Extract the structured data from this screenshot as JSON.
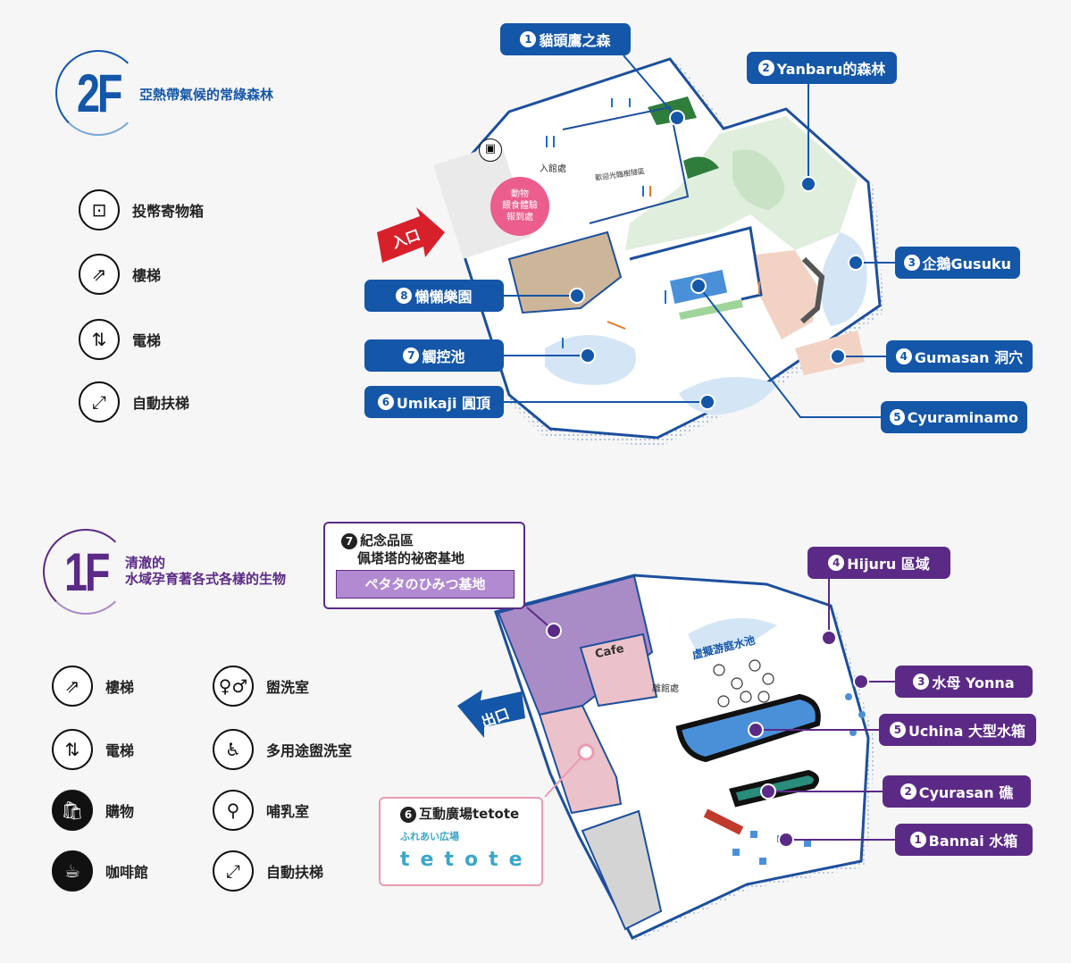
{
  "floor2": {
    "label": "2F",
    "subtitle": "亞熱帶氣候的常綠森林",
    "color": "#1456a8",
    "legend": [
      {
        "icon": "coin-locker-icon",
        "label": "投幣寄物箱"
      },
      {
        "icon": "stairs-icon",
        "label": "樓梯"
      },
      {
        "icon": "elevator-icon",
        "label": "電梯"
      },
      {
        "icon": "escalator-icon",
        "label": "自動扶梯"
      }
    ],
    "callouts": [
      {
        "num": "1",
        "label": "貓頭鷹之森"
      },
      {
        "num": "2",
        "label": "Yanbaru的森林"
      },
      {
        "num": "3",
        "label": "企鵝Gusuku"
      },
      {
        "num": "4",
        "label": "Gumasan 洞穴"
      },
      {
        "num": "5",
        "label": "Cyuraminamo"
      },
      {
        "num": "6",
        "label": "Umikaji 圓頂"
      },
      {
        "num": "7",
        "label": "觸控池"
      },
      {
        "num": "8",
        "label": "懶懶樂園"
      }
    ],
    "entrance": "入口",
    "entrance_hall": "入館處",
    "feeding_line1": "動物",
    "feeding_line2": "餵食體驗",
    "feeding_line3": "報到處",
    "corridor": "歡迎光臨樹隧區"
  },
  "floor1": {
    "label": "1F",
    "subtitle_line1": "清澈的",
    "subtitle_line2": "水域孕育著各式各樣的生物",
    "color": "#5b2a86",
    "legend": [
      {
        "icon": "stairs-icon",
        "label": "樓梯"
      },
      {
        "icon": "elevator-icon",
        "label": "電梯"
      },
      {
        "icon": "shopping-icon",
        "label": "購物"
      },
      {
        "icon": "cafe-icon",
        "label": "咖啡館"
      },
      {
        "icon": "restroom-icon",
        "label": "盥洗室"
      },
      {
        "icon": "accessible-restroom-icon",
        "label": "多用途盥洗室"
      },
      {
        "icon": "nursing-room-icon",
        "label": "哺乳室"
      },
      {
        "icon": "escalator-icon",
        "label": "自動扶梯"
      }
    ],
    "callouts": [
      {
        "num": "1",
        "label": "Bannai 水箱"
      },
      {
        "num": "2",
        "label": "Cyurasan 礁"
      },
      {
        "num": "3",
        "label": "水母 Yonna"
      },
      {
        "num": "4",
        "label": "Hijuru 區域"
      },
      {
        "num": "5",
        "label": "Uchina 大型水箱"
      }
    ],
    "shop_box": {
      "num": "7",
      "line1": "紀念品區",
      "line2": "佩塔塔的祕密基地",
      "banner": "ペタタのひみつ基地"
    },
    "tetote_box": {
      "num": "6",
      "line1": "互動廣場tetote",
      "banner_top": "ふれあい広場",
      "banner": "tetote"
    },
    "exit": "出口",
    "exit_hall": "離館處",
    "cafe": "Cafe",
    "pool": "虛擬游庭水池"
  }
}
